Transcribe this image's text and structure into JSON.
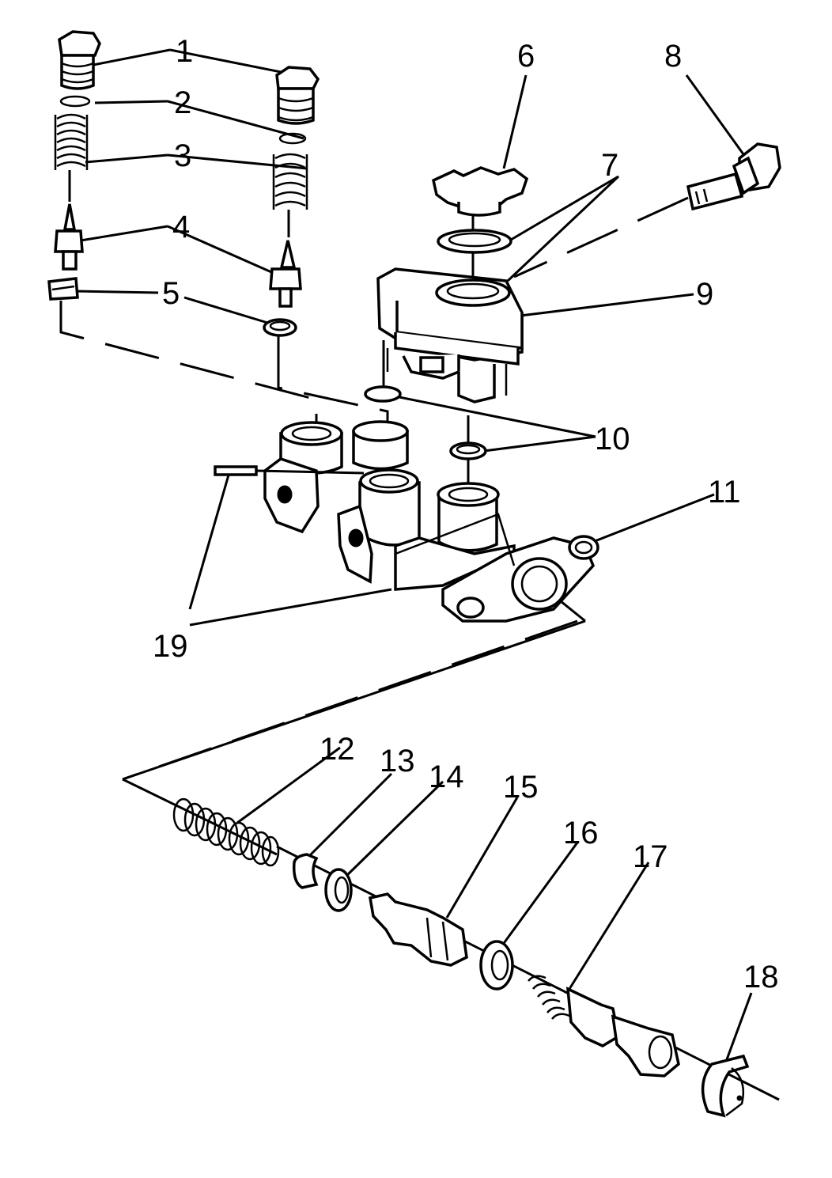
{
  "colors": {
    "ink": "#000000",
    "paper": "#ffffff"
  },
  "callouts": {
    "c1": "1",
    "c2": "2",
    "c3": "3",
    "c4": "4",
    "c5": "5",
    "c6": "6",
    "c7": "7",
    "c8": "8",
    "c9": "9",
    "c10": "10",
    "c11": "11",
    "c12": "12",
    "c13": "13",
    "c14": "14",
    "c15": "15",
    "c16": "16",
    "c17": "17",
    "c18": "18",
    "c19": "19"
  }
}
